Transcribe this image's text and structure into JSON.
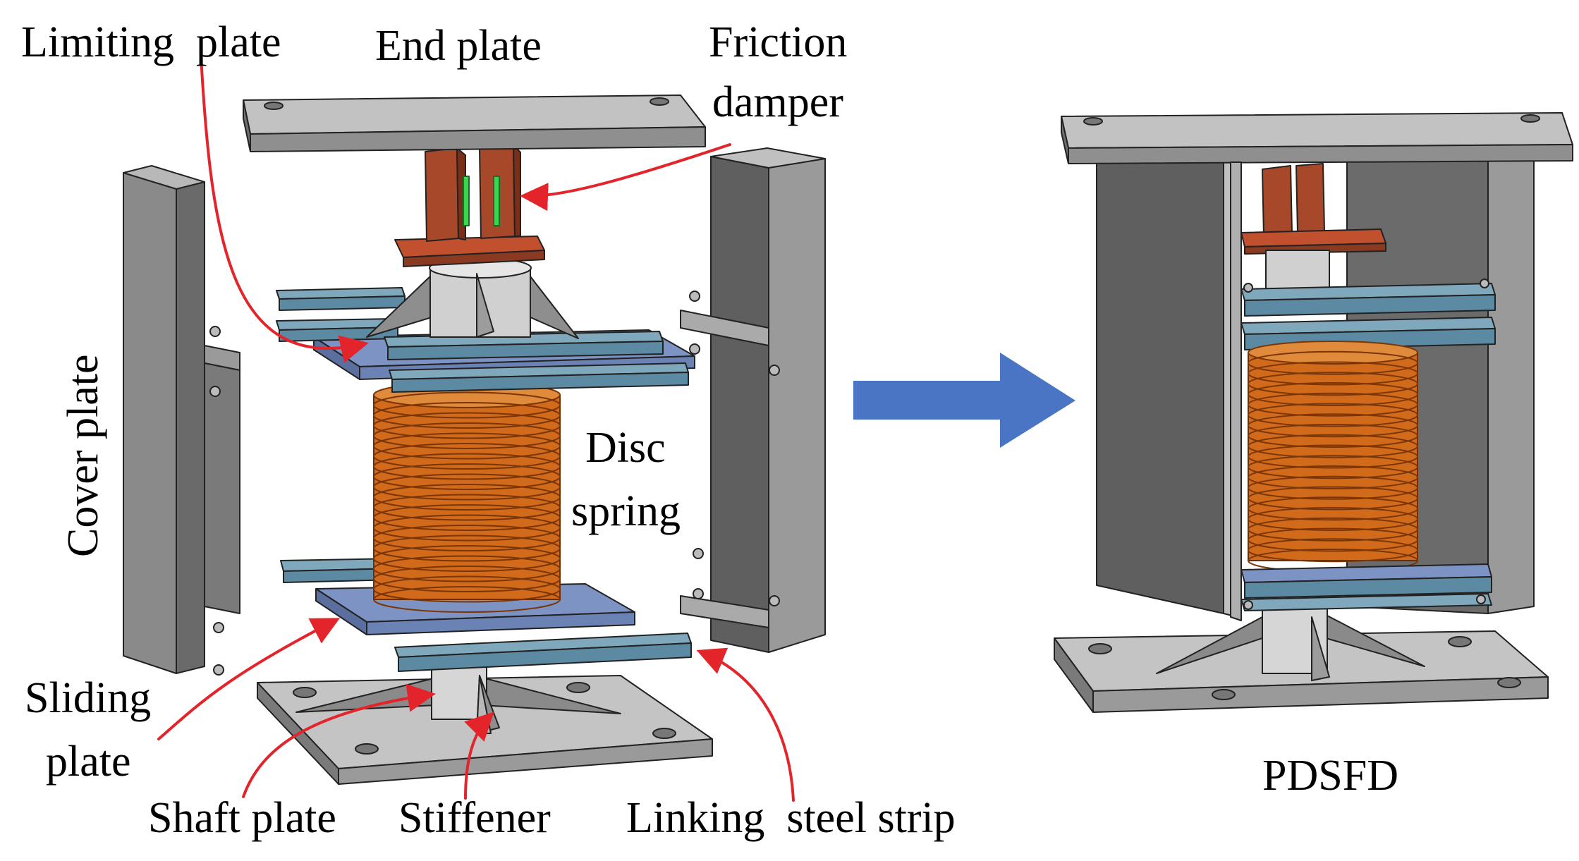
{
  "labels": {
    "limiting_plate": "Limiting  plate",
    "end_plate": "End plate",
    "friction_line1": "Friction",
    "friction_line2": "damper",
    "cover_plate": "Cover plate",
    "disc_line1": "Disc",
    "disc_line2": "spring",
    "sliding_line1": "Sliding",
    "sliding_line2": "plate",
    "shaft_plate": "Shaft plate",
    "stiffener": "Stiffener",
    "linking_strip": "Linking  steel strip",
    "assembled_caption": "PDSFD"
  },
  "colors": {
    "steel_top": "#c2c2c2",
    "steel_front": "#9a9a9a",
    "steel_dark": "#5f5f5f",
    "strip_blue": "#6f97ad",
    "plate_blue": "#7d93c4",
    "spring_orange": "#d26a1c",
    "damper_red": "#a8482a",
    "friction_green": "#39d64f",
    "pointer_red": "#e3242b",
    "arrow_blue": "#4a74c4"
  }
}
